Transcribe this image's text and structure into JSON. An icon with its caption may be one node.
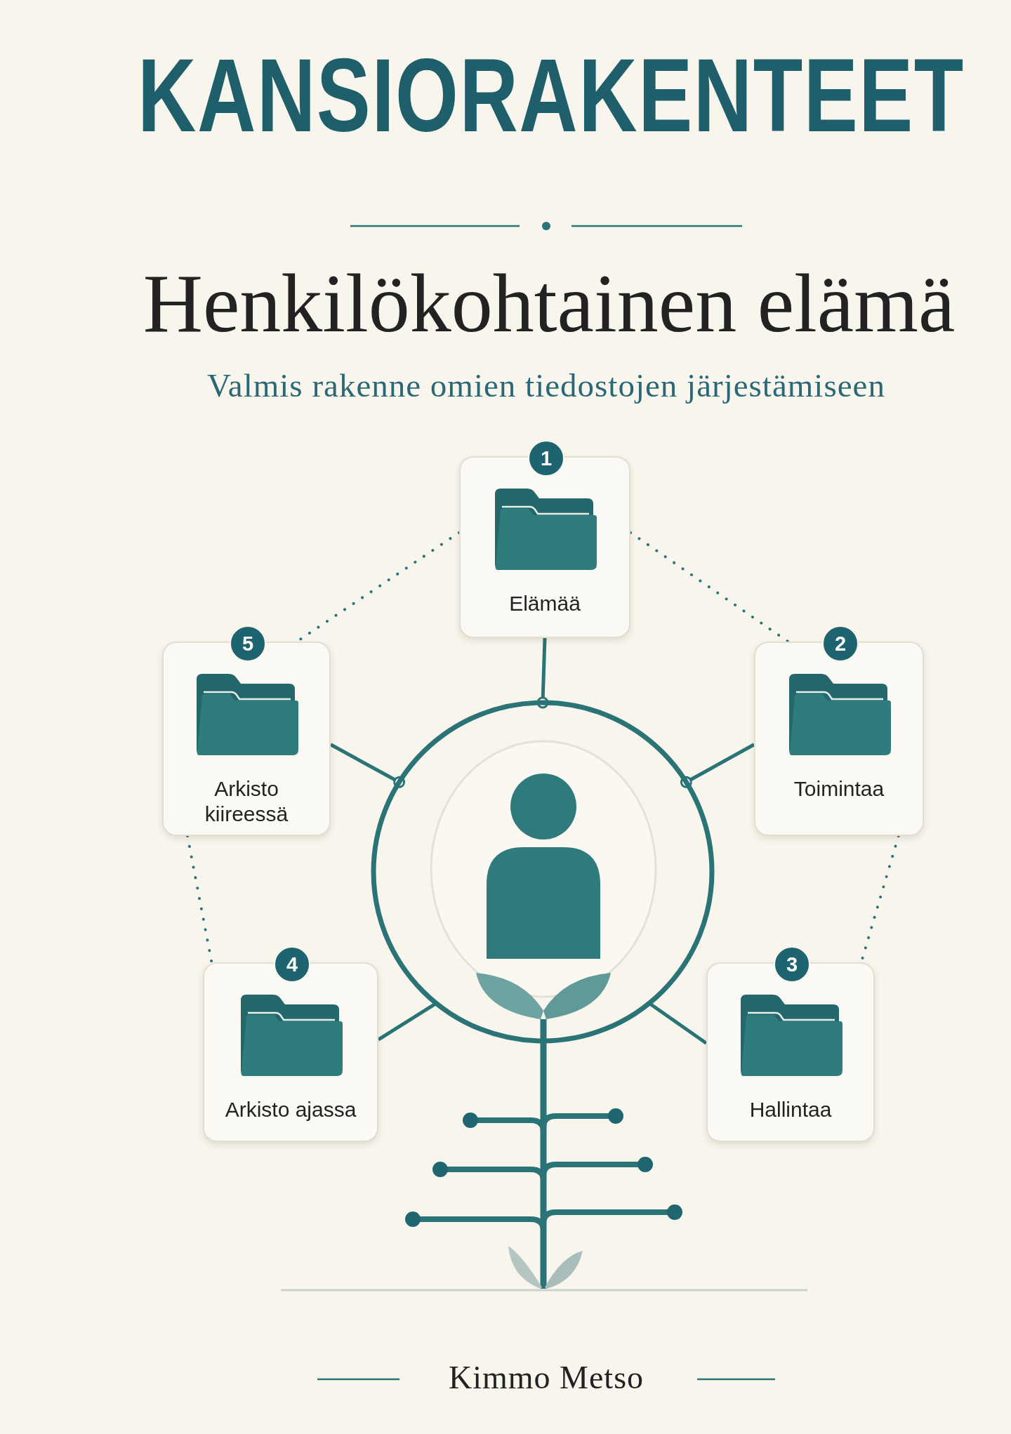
{
  "diagram": {
    "title": "KANSIORAKENTEET",
    "nodes": [
      {
        "text": [
          "1",
          "Elämää"
        ]
      },
      {
        "text": [
          "2",
          "Toimintaa"
        ]
      },
      {
        "text": [
          "3",
          "Hallintaa"
        ]
      },
      {
        "text": [
          "4",
          "Arkisto ajassa"
        ]
      },
      {
        "text": [
          "5",
          "Arkisto kiireessä"
        ]
      },
      {
        "text": [],
        "shape": "circle"
      }
    ],
    "edges": [
      {
        "from": 0,
        "to": 5,
        "arrow": "other"
      },
      {
        "from": 4,
        "to": 5,
        "arrow": "other"
      },
      {
        "from": 1,
        "to": 5,
        "arrow": "other"
      },
      {
        "from": 3,
        "to": 5,
        "arrow": "none"
      },
      {
        "from": 2,
        "to": 5,
        "arrow": "none"
      },
      {
        "from": 0,
        "to": 4,
        "arrow": "none",
        "style": "dashed"
      },
      {
        "from": 0,
        "to": 1,
        "arrow": "none",
        "style": "dashed"
      },
      {
        "from": 1,
        "to": 2,
        "arrow": "none",
        "style": "dashed"
      },
      {
        "from": 4,
        "to": 3,
        "arrow": "none",
        "style": "dashed"
      }
    ],
    "labels": [
      "Henkilökohtainen elämä",
      "Valmis rakenne omien tiedostojen järjestämiseen",
      "Kimmo Metso"
    ]
  }
}
